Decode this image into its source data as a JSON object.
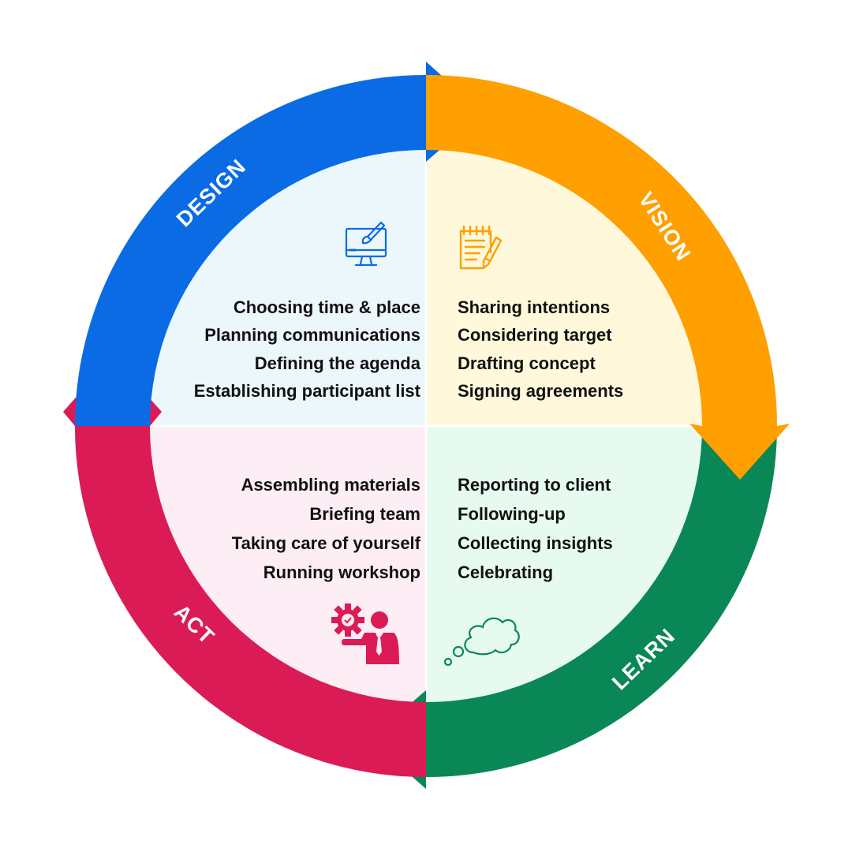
{
  "colors": {
    "design": "#0A6BE4",
    "vision": "#FF9F00",
    "learn": "#0A8756",
    "act": "#DB1B56",
    "design_bg": "#ECF7FC",
    "vision_bg": "#FFF8DB",
    "learn_bg": "#E6FAF0",
    "act_bg": "#FDEDF5",
    "text": "#111111"
  },
  "phases": {
    "design": {
      "label": "DESIGN",
      "icon": "computer-monitor-brush-icon",
      "items": [
        "Choosing time & place",
        "Planning communications",
        "Defining the agenda",
        "Establishing participant list"
      ]
    },
    "vision": {
      "label": "VISION",
      "icon": "notepad-pencil-icon",
      "items": [
        "Sharing intentions",
        "Considering target",
        "Drafting concept",
        "Signing agreements"
      ]
    },
    "learn": {
      "label": "LEARN",
      "icon": "thought-cloud-icon",
      "items": [
        "Reporting to client",
        "Following-up",
        "Collecting insights",
        "Celebrating"
      ]
    },
    "act": {
      "label": "ACT",
      "icon": "presenter-gear-icon",
      "items": [
        "Assembling materials",
        "Briefing team",
        "Taking care of yourself",
        "Running workshop"
      ]
    }
  }
}
